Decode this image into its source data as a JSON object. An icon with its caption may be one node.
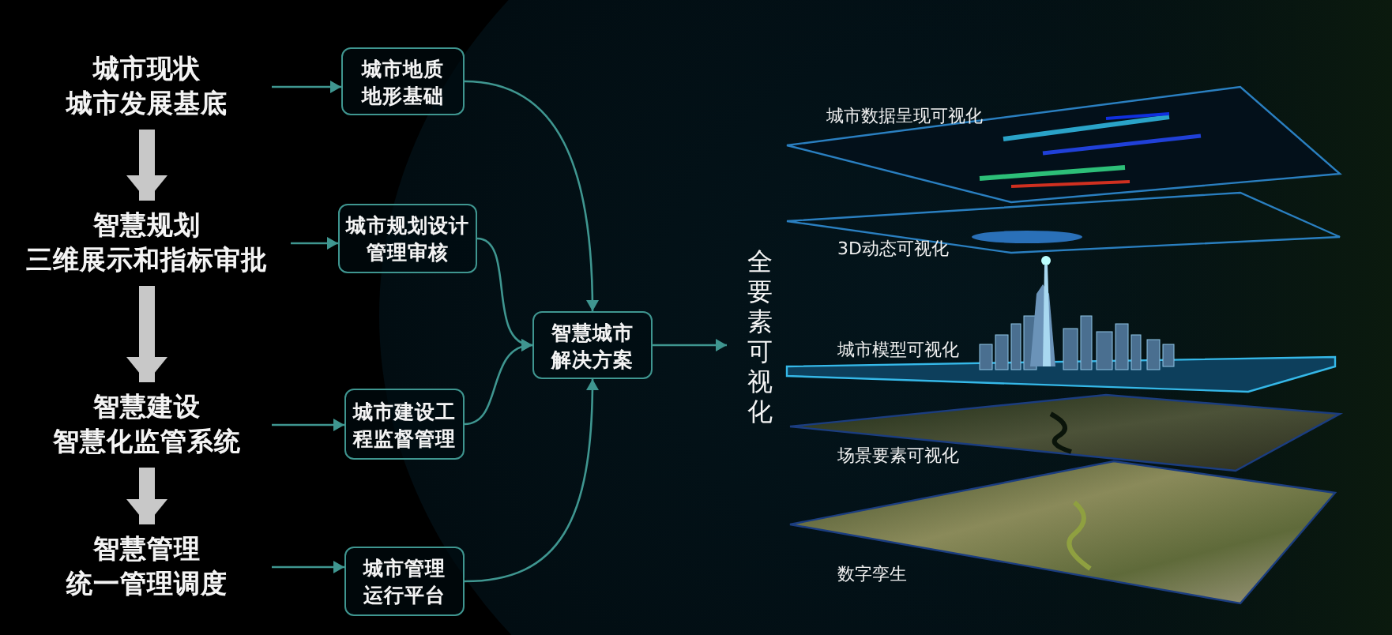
{
  "diagram": {
    "nodes": [
      {
        "text": [
          "城市现状",
          "城市发展基底"
        ]
      },
      {
        "text": [
          "智慧规划",
          "三维展示和指标审批"
        ]
      },
      {
        "text": [
          "智慧建设",
          "智慧化监管系统"
        ]
      },
      {
        "text": [
          "智慧管理",
          "统一管理调度"
        ]
      },
      {
        "text": [
          "城市地质地形基础"
        ]
      },
      {
        "text": [
          "城市规划设计管理审核"
        ]
      },
      {
        "text": [
          "城市建设工程监督管理"
        ]
      },
      {
        "text": [
          "城市管理运行平台"
        ]
      },
      {
        "text": [
          "智慧城市解决方案"
        ]
      },
      {
        "text": [
          "全要素可视化"
        ]
      }
    ],
    "edges": [
      {
        "from": 0,
        "to": 1,
        "arrow": "to",
        "style": "thick",
        "color": "#c8c8c8"
      },
      {
        "from": 1,
        "to": 2,
        "arrow": "to",
        "style": "thick",
        "color": "#c8c8c8"
      },
      {
        "from": 2,
        "to": 3,
        "arrow": "to",
        "style": "thick",
        "color": "#c8c8c8"
      },
      {
        "from": 0,
        "to": 4,
        "arrow": "to"
      },
      {
        "from": 1,
        "to": 5,
        "arrow": "to"
      },
      {
        "from": 2,
        "to": 6,
        "arrow": "to"
      },
      {
        "from": 3,
        "to": 7,
        "arrow": "to"
      },
      {
        "from": 4,
        "to": 8,
        "arrow": "to"
      },
      {
        "from": 5,
        "to": 8,
        "arrow": "to"
      },
      {
        "from": 6,
        "to": 8,
        "arrow": "to"
      },
      {
        "from": 7,
        "to": 8,
        "arrow": "to"
      },
      {
        "from": 8,
        "to": 9,
        "arrow": "to"
      }
    ],
    "labels": [
      "城市数据呈现可视化",
      "3D动态可视化",
      "城市模型可视化",
      "场景要素可视化",
      "数字孪生"
    ]
  }
}
